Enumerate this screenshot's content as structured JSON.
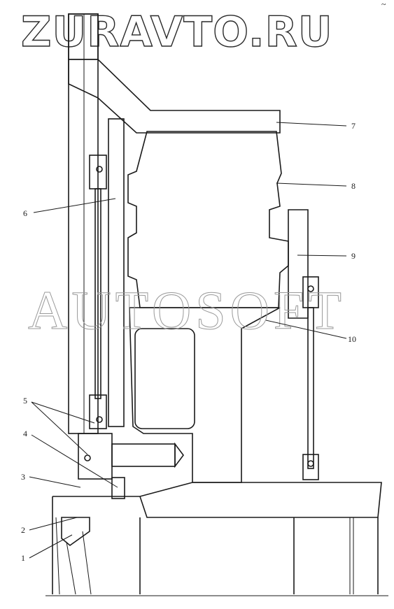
{
  "watermark_top": "ZURAVTO.RU",
  "watermark_middle": "AUTOSOFT",
  "corner_mark": "~",
  "callouts": [
    "1",
    "2",
    "3",
    "4",
    "5",
    "6",
    "7",
    "8",
    "9",
    "10"
  ],
  "colors": {
    "line": "#1a1a1a",
    "watermark": "#9a9a9a",
    "background": "#ffffff"
  }
}
